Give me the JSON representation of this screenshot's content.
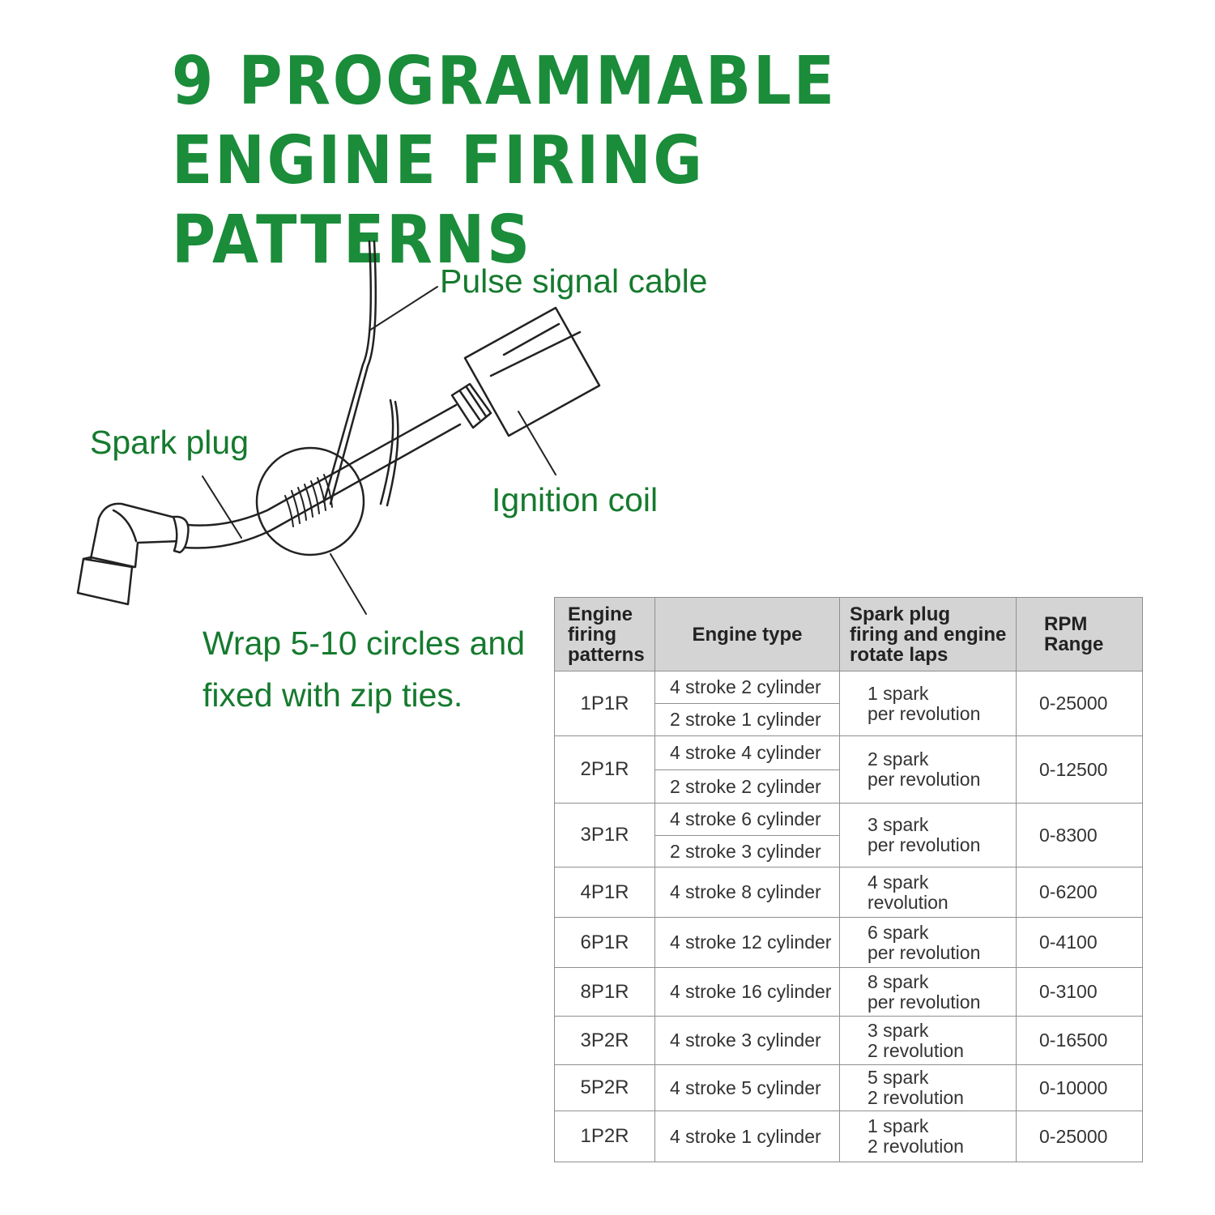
{
  "title": "9 PROGRAMMABLE ENGINE FIRING PATTERNS",
  "diagram": {
    "labels": {
      "pulse_signal_cable": "Pulse signal cable",
      "spark_plug": "Spark plug",
      "ignition_coil": "Ignition coil",
      "wrap_note": "Wrap 5-10 circles and fixed with zip ties."
    }
  },
  "table": {
    "headers": {
      "pattern": [
        "Engine",
        "firing",
        "patterns"
      ],
      "engine_type": "Engine type",
      "laps": [
        "Spark plug",
        "firing and engine",
        "rotate laps"
      ],
      "rpm": [
        "RPM",
        "Range"
      ]
    },
    "rows": [
      {
        "pattern": "1P1R",
        "engine_types": [
          "4 stroke 2 cylinder",
          "2 stroke 1 cylinder"
        ],
        "laps": [
          "1 spark",
          "per revolution"
        ],
        "rpm": "0-25000"
      },
      {
        "pattern": "2P1R",
        "engine_types": [
          "4 stroke 4 cylinder",
          "2 stroke 2 cylinder"
        ],
        "laps": [
          "2 spark",
          "per revolution"
        ],
        "rpm": "0-12500"
      },
      {
        "pattern": "3P1R",
        "engine_types": [
          "4 stroke 6 cylinder",
          "2 stroke 3 cylinder"
        ],
        "laps": [
          "3 spark",
          "per revolution"
        ],
        "rpm": "0-8300"
      },
      {
        "pattern": "4P1R",
        "engine_types": [
          "4 stroke 8 cylinder"
        ],
        "laps": [
          "4 spark",
          "revolution"
        ],
        "rpm": "0-6200"
      },
      {
        "pattern": "6P1R",
        "engine_types": [
          "4 stroke 12 cylinder"
        ],
        "laps": [
          "6 spark",
          "per revolution"
        ],
        "rpm": "0-4100"
      },
      {
        "pattern": "8P1R",
        "engine_types": [
          "4 stroke 16 cylinder"
        ],
        "laps": [
          "8 spark",
          "per revolution"
        ],
        "rpm": "0-3100"
      },
      {
        "pattern": "3P2R",
        "engine_types": [
          "4 stroke 3 cylinder"
        ],
        "laps": [
          "3 spark",
          "2 revolution"
        ],
        "rpm": "0-16500"
      },
      {
        "pattern": "5P2R",
        "engine_types": [
          "4 stroke 5 cylinder"
        ],
        "laps": [
          "5 spark",
          "2 revolution"
        ],
        "rpm": "0-10000"
      },
      {
        "pattern": "1P2R",
        "engine_types": [
          "4 stroke 1 cylinder"
        ],
        "laps": [
          "1 spark",
          "2 revolution"
        ],
        "rpm": "0-25000"
      }
    ]
  },
  "colors": {
    "title_green": "#1a8c3a",
    "label_green": "#157a2e",
    "header_gray": "#d4d4d4"
  }
}
